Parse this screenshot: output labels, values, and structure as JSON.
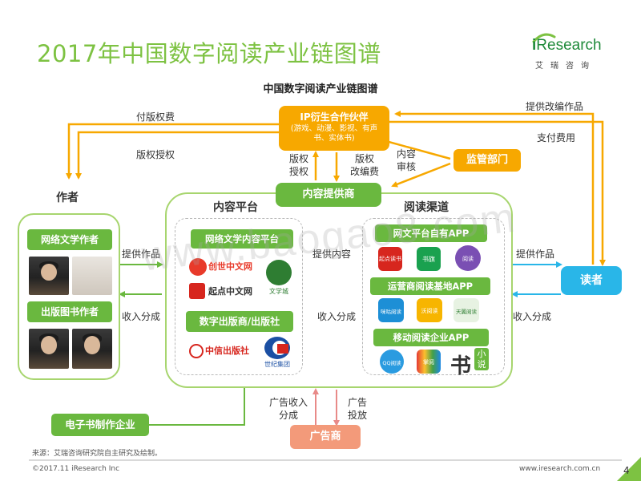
{
  "slide": {
    "title": "2017年中国数字阅读产业链图谱",
    "diagram_title": "中国数字阅读产业链图谱",
    "page_number": "4"
  },
  "brand": {
    "logo_i": "i",
    "logo_rest": "Research",
    "logo_cn": "艾瑞咨询"
  },
  "watermark": "www.baogao8.com",
  "ip_partner": {
    "title": "IP衍生合作伙伴",
    "detail": "(游戏、动漫、影视、有声书、实体书)"
  },
  "regulator": "监管部门",
  "content_provider": "内容提供商",
  "author": {
    "heading": "作者",
    "online_writers": "网络文学作者",
    "book_authors": "出版图书作者"
  },
  "content_platform": {
    "heading": "内容平台",
    "online_lit": "网络文学内容平台",
    "digital_publishers": "数字出版商/出版社",
    "logos": [
      "创世中文网",
      "起点中文网",
      "文学城",
      "中信出版社",
      "世纪集团"
    ]
  },
  "reading_channel": {
    "heading": "阅读渠道",
    "own_apps": "网文平台自有APP",
    "carrier_apps": "运营商阅读基地APP",
    "mobile_apps": "移动阅读企业APP",
    "logos": [
      "起点读书",
      "书旗",
      "阅读",
      "咪咕阅读",
      "沃阅读",
      "天翼阅读",
      "QQ阅读",
      "掌阅",
      "书",
      "小说"
    ]
  },
  "reader": "读者",
  "ebook_maker": "电子书制作企业",
  "advertiser": "广告商",
  "edges": {
    "pay_royalty": "付版权费",
    "license": "版权授权",
    "provide_adapted": "提供改编作品",
    "pay_fee": "支付费用",
    "copyright_grant": [
      "版权",
      "授权"
    ],
    "adaptation_fee": [
      "版权",
      "改编费"
    ],
    "content_review": [
      "内容",
      "审核"
    ],
    "provide_works_author": "提供作品",
    "revenue_share_author": "收入分成",
    "provide_content": "提供内容",
    "revenue_share_channel": "收入分成",
    "provide_works_reader": "提供作品",
    "revenue_share_reader": "收入分成",
    "ad_revenue_share": [
      "广告收入",
      "分成"
    ],
    "ad_placement": [
      "广告",
      "投放"
    ]
  },
  "footer": {
    "source": "来源：艾瑞咨询研究院自主研究及绘制。",
    "copyright": "©2017.11 iResearch Inc",
    "url": "www.iresearch.com.cn"
  },
  "colors": {
    "green": "#6ab83f",
    "title_green": "#7dc242",
    "orange": "#f7a800",
    "blue": "#29b6e8",
    "pink": "#f29a98",
    "ad_orange": "#f39a7a"
  }
}
